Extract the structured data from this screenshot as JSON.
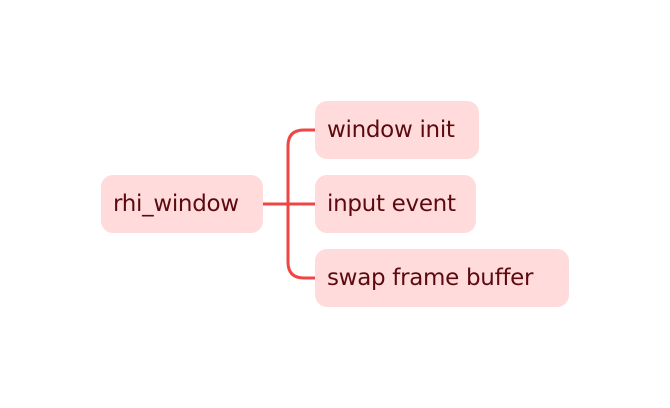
{
  "diagram": {
    "root": {
      "label": "rhi_window"
    },
    "children": [
      {
        "label": "window init"
      },
      {
        "label": "input event"
      },
      {
        "label": "swap frame buffer"
      }
    ]
  },
  "colors": {
    "node_fill": "#ffdcdb",
    "node_text": "#5c0a0f",
    "edge": "#f14545",
    "background": "#ffffff"
  }
}
